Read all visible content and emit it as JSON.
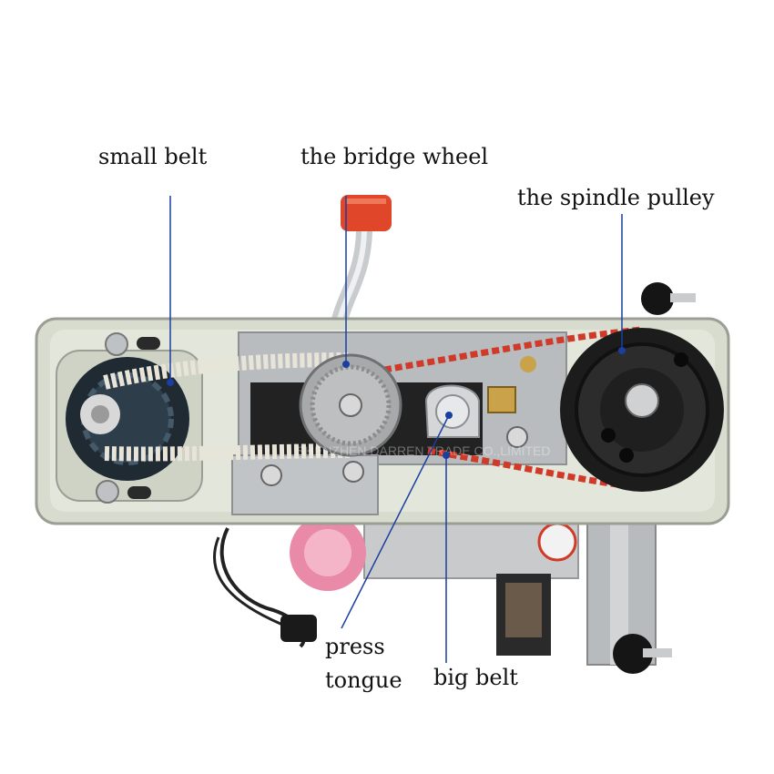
{
  "labels": {
    "small_belt": "small belt",
    "bridge_wheel": "the bridge wheel",
    "spindle_pulley": "the spindle pulley",
    "press": "press",
    "tongue": "tongue",
    "big_belt": "big belt"
  },
  "watermark": "SHENZHEN DARREN TRADE CO.,LIMITED",
  "colors": {
    "housing": "#d8dccf",
    "plate": "#b9bcbf",
    "belt_red": "#d03a28",
    "belt_white": "#e8e4d8",
    "pulley": "#1c1c1c",
    "leader_line": "#1a3fa0",
    "knob_red": "#e0462a"
  }
}
